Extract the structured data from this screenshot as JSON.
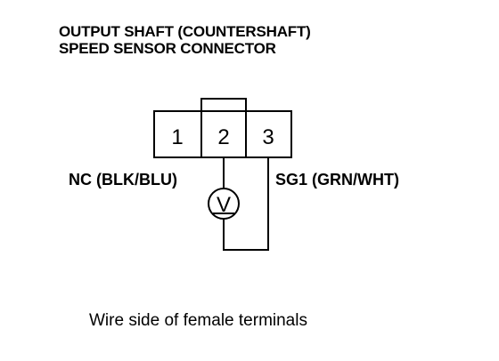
{
  "title": {
    "line1": "OUTPUT SHAFT (COUNTERSHAFT)",
    "line2": "SPEED SENSOR CONNECTOR"
  },
  "connector": {
    "terminals": [
      {
        "number": "1"
      },
      {
        "number": "2"
      },
      {
        "number": "3"
      }
    ]
  },
  "wires": {
    "left": "NC (BLK/BLU)",
    "right": "SG1 (GRN/WHT)"
  },
  "meter": {
    "symbol": "V",
    "icon": "voltmeter-icon"
  },
  "caption": "Wire side of female terminals"
}
